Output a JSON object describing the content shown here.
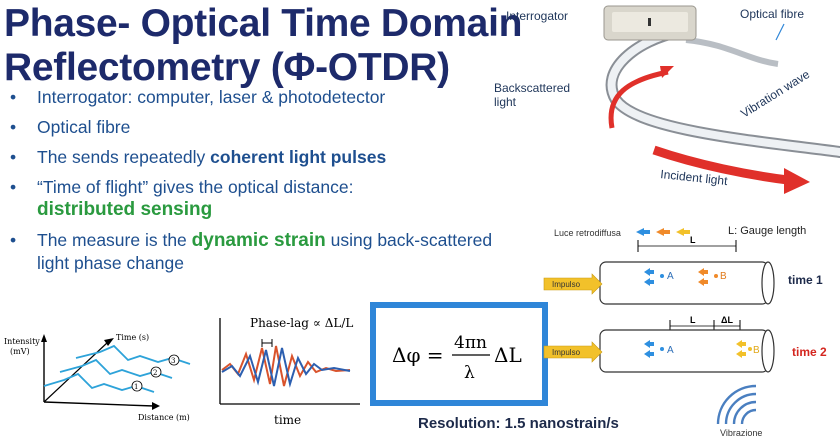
{
  "title": {
    "line1": "Phase- Optical Time Domain",
    "line2": "Reflectometry (Φ-OTDR)"
  },
  "bullets": [
    {
      "text": "Interrogator: computer, laser & photodetector"
    },
    {
      "text": "Optical fibre"
    },
    {
      "pre": "The sends repeatedly ",
      "bold": "coherent light pulses"
    },
    {
      "pre": "“Time of flight” gives the optical distance:",
      "bold": "distributed sensing"
    },
    {
      "pre": "The measure is the ",
      "bold": "dynamic strain",
      "post": " using back-scattered light phase change"
    }
  ],
  "bullet_symbol": "•",
  "fibre_diagram": {
    "interrogator": "Interrogator",
    "optical_fibre": "Optical fibre",
    "backscattered": "Backscattered",
    "light": "light",
    "vibration_wave": "Vibration wave",
    "incident_light": "Incident light"
  },
  "otdr_plot": {
    "y_label_1": "Intensity",
    "y_label_2": "(mV)",
    "t_label": "Time (s)",
    "x_label": "Distance (m)",
    "marks": [
      "1",
      "2",
      "3"
    ]
  },
  "phase_plot": {
    "title": "Phase-lag ∝ ΔL/L",
    "x_label": "time"
  },
  "equation": {
    "lhs": "Δφ =",
    "num": "4πn",
    "den": "λ",
    "rhs": "ΔL"
  },
  "resolution": "Resolution: 1.5 nanostrain/s",
  "gauge": {
    "legend_label": "Luce retrodiffusa",
    "gauge_label": "L: Gauge length",
    "L": "L",
    "dL": "ΔL",
    "impulso": "Impulso",
    "A": "A",
    "B": "B",
    "time1": "time 1",
    "time2": "time 2",
    "vibrazione": "Vibrazione"
  },
  "colors": {
    "title": "#1d2a6b",
    "bullet_text": "#1e4f8f",
    "green": "#2a9a3f",
    "eq_border": "#2f86d8",
    "time2": "#d4261f",
    "arrow_red": "#e0302a"
  }
}
